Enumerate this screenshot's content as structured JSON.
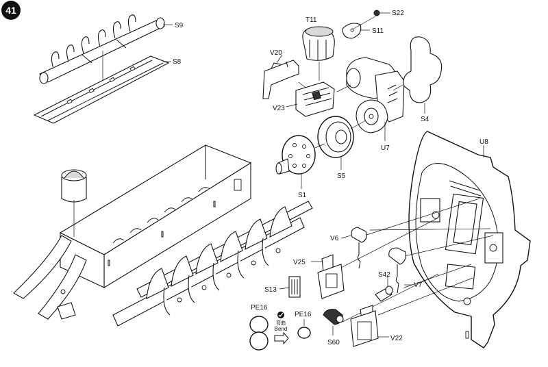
{
  "step": {
    "number": "41",
    "badge_color": "#111111"
  },
  "parts": {
    "S22": "S22",
    "T11": "T11",
    "S11": "S11",
    "S9": "S9",
    "S8": "S8",
    "V20": "V20",
    "V23": "V23",
    "S4": "S4",
    "U7": "U7",
    "U8": "U8",
    "S5": "S5",
    "S1": "S1",
    "V6": "V6",
    "V25": "V25",
    "S13": "S13",
    "S42": "S42",
    "V7": "V7",
    "PE16_left": "PE16",
    "PE16_right": "PE16",
    "S60": "S60",
    "V22": "V22"
  },
  "bend_note": {
    "cn": "弯曲",
    "en": "Bend"
  },
  "icons": [
    "check-circle-icon",
    "bend-arrow-icon"
  ]
}
